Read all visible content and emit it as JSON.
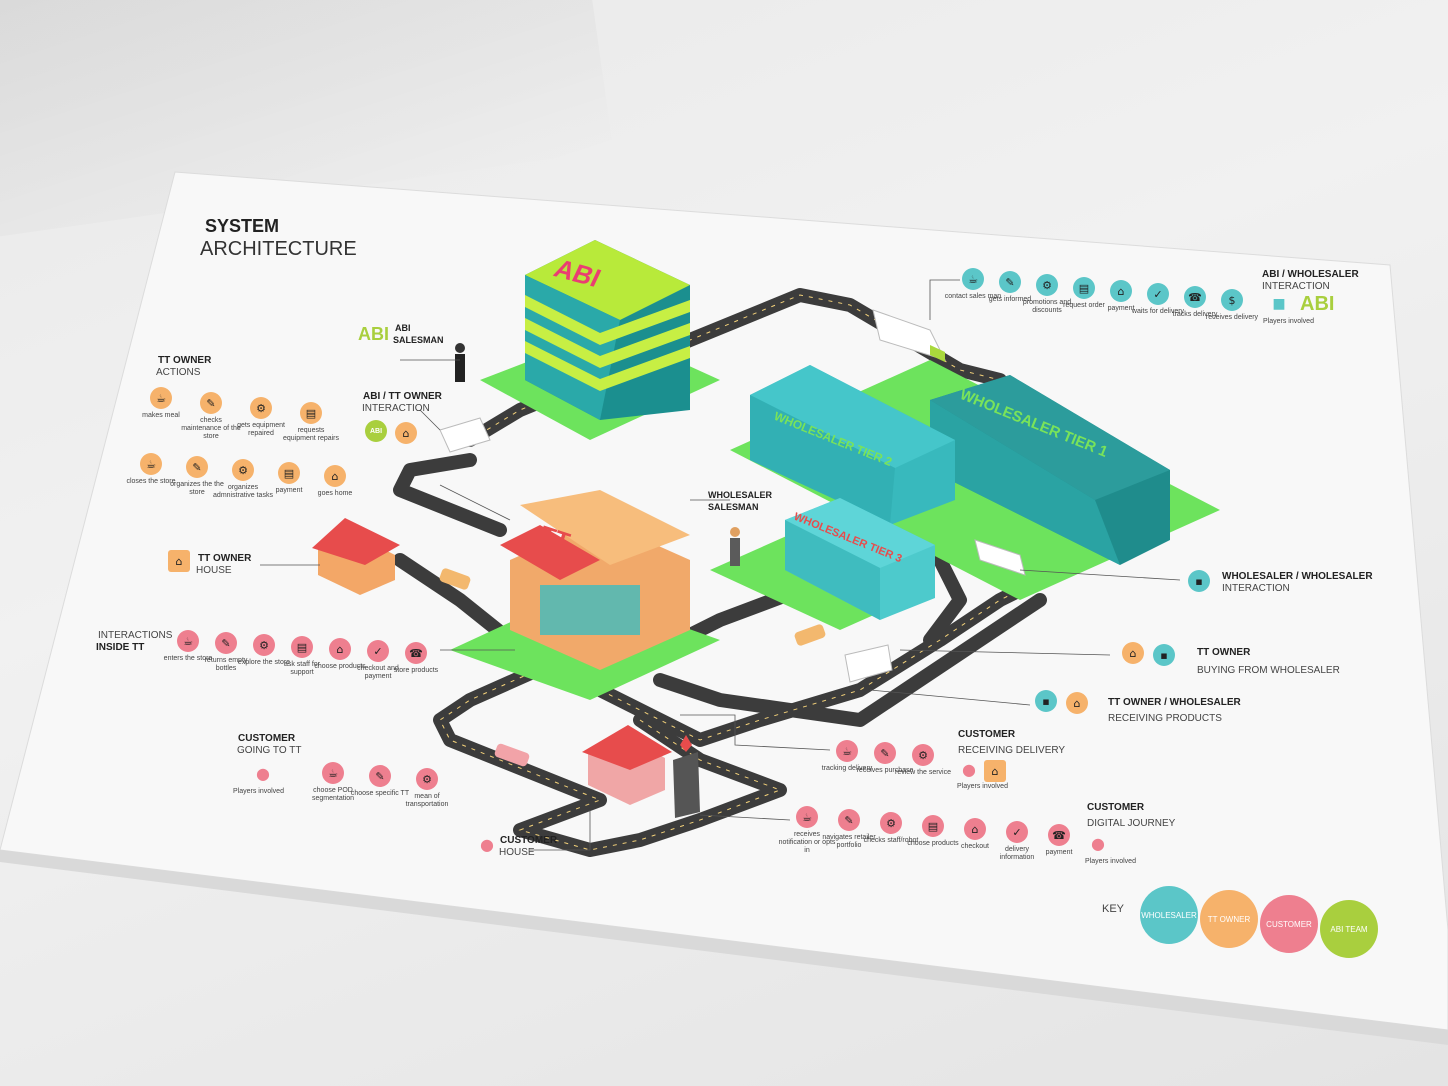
{
  "title": {
    "line1": "SYSTEM",
    "line2": "ARCHITECTURE"
  },
  "colors": {
    "wholesaler": "#5bc6c8",
    "tt_owner": "#f6b26b",
    "customer": "#ee7f8f",
    "abi_team": "#a9cf3e",
    "grass": "#6de35d",
    "road": "#3c3c3c"
  },
  "buildings": {
    "abi": "ABI",
    "tier1": "WHOLESALER TIER 1",
    "tier2": "WHOLESALER TIER 2",
    "tier3": "WHOLESALER TIER 3",
    "tt": "TT"
  },
  "labels": {
    "abi_salesman": {
      "logo": "ABI",
      "line1": "ABI",
      "line2": "SALESMAN"
    },
    "tt_owner_actions": {
      "line1": "TT OWNER",
      "line2": "ACTIONS"
    },
    "abi_tt_interaction": {
      "line1": "ABI / TT OWNER",
      "line2": "INTERACTION",
      "logo": "ABI"
    },
    "wholesaler_salesman": {
      "line1": "WHOLESALER",
      "line2": "SALESMAN"
    },
    "tt_owner_house": {
      "line1": "TT OWNER",
      "line2": "HOUSE"
    },
    "interactions_inside_tt": {
      "line1": "INTERACTIONS",
      "line2": "INSIDE TT"
    },
    "customer_going": {
      "line1": "CUSTOMER",
      "line2": "GOING TO TT"
    },
    "customer_house": {
      "line1": "CUSTOMER",
      "line2": "HOUSE"
    },
    "abi_wholesaler": {
      "line1": "ABI / WHOLESALER",
      "line2": "INTERACTION",
      "players": "Players involved",
      "logo": "ABI"
    },
    "wholesaler_wholesaler": {
      "line1": "WHOLESALER / WHOLESALER",
      "line2": "INTERACTION"
    },
    "tt_buying": {
      "line1": "TT OWNER",
      "line2": "BUYING FROM WHOLESALER"
    },
    "tt_receiving": {
      "line1": "TT OWNER / WHOLESALER",
      "line2": "RECEIVING PRODUCTS"
    },
    "customer_receiving": {
      "line1": "CUSTOMER",
      "line2": "RECEIVING DELIVERY",
      "players": "Players involved"
    },
    "customer_digital": {
      "line1": "CUSTOMER",
      "line2": "DIGITAL JOURNEY",
      "players": "Players involved"
    },
    "customer_players": "Players involved"
  },
  "tt_actions_row1": [
    "makes meal",
    "checks maintenance of the store",
    "gets equipment repaired",
    "requests equipment repairs"
  ],
  "tt_actions_row2": [
    "closes the store",
    "organizes the the store",
    "organizes admnistrative tasks",
    "payment",
    "goes home"
  ],
  "inside_tt": [
    "enters the store",
    "returns empty bottles",
    "explore the store",
    "ask staff for support",
    "choose products",
    "checkout and payment",
    "store products"
  ],
  "abi_wholesaler_steps": [
    "contact sales man",
    "gets informed",
    "promotions and discounts",
    "request order",
    "payment",
    "waits for delivery",
    "tracks delivery",
    "receives delivery"
  ],
  "customer_going_steps": [
    "choose POD segmentation",
    "choose specific TT",
    "mean of transportation"
  ],
  "customer_receiving_steps": [
    "tracking delivery",
    "receives purchase",
    "review the service"
  ],
  "customer_digital_steps": [
    "receives notification or opts in",
    "navigates retailer portfolio",
    "checks staff/robot",
    "choose products",
    "checkout",
    "delivery information",
    "payment"
  ],
  "key": {
    "title": "KEY",
    "items": [
      "WHOLESALER",
      "TT OWNER",
      "CUSTOMER",
      "ABI TEAM"
    ]
  }
}
